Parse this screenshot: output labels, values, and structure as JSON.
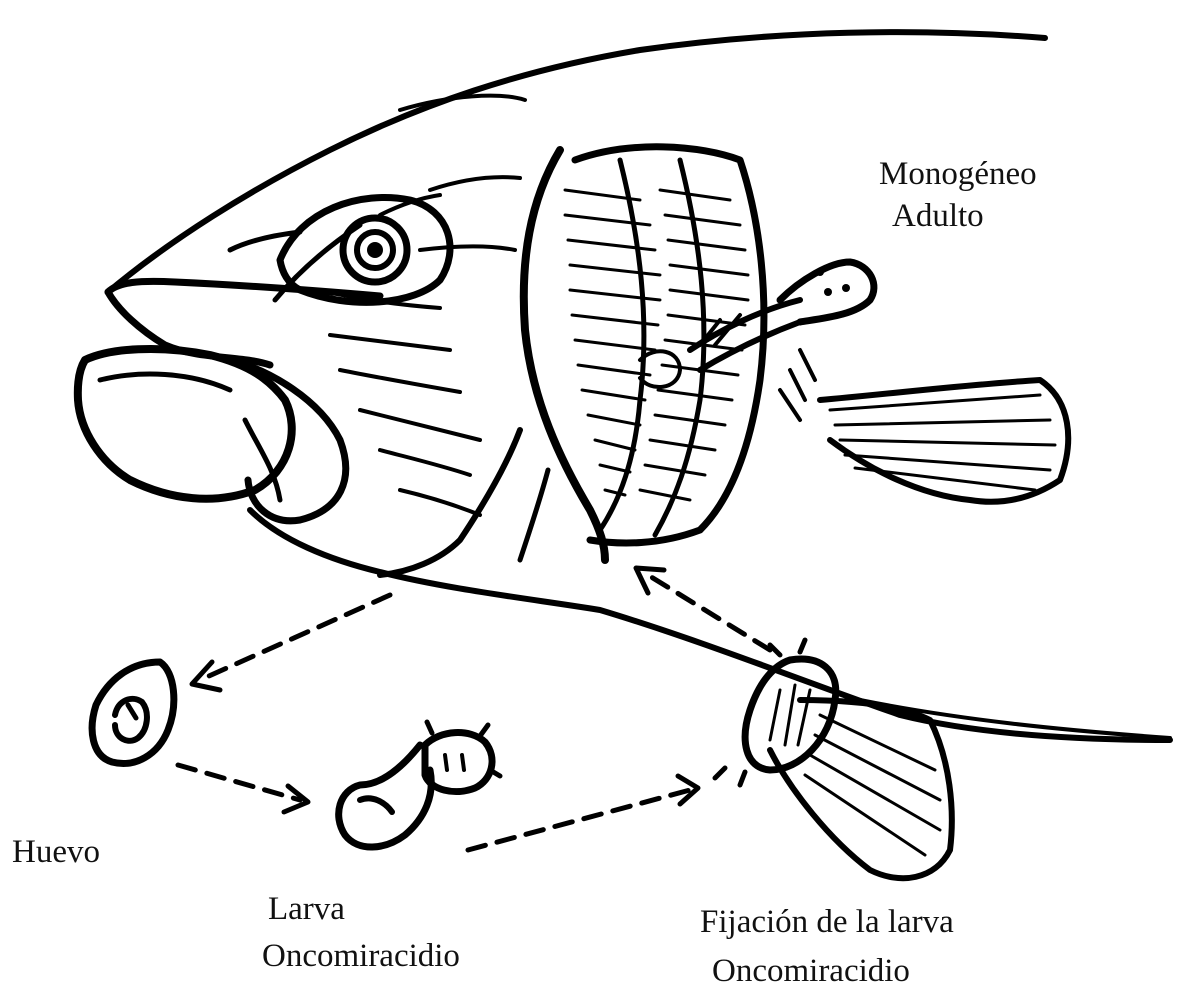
{
  "labels": {
    "adult_line1": "Monogéneo",
    "adult_line2": "Adulto",
    "egg": "Huevo",
    "larva_line1": "Larva",
    "larva_line2": "Oncomiracidio",
    "fixation_line1": "Fijación de la larva",
    "fixation_line2": "Oncomiracidio"
  },
  "colors": {
    "ink": "#000000",
    "background": "#ffffff"
  }
}
